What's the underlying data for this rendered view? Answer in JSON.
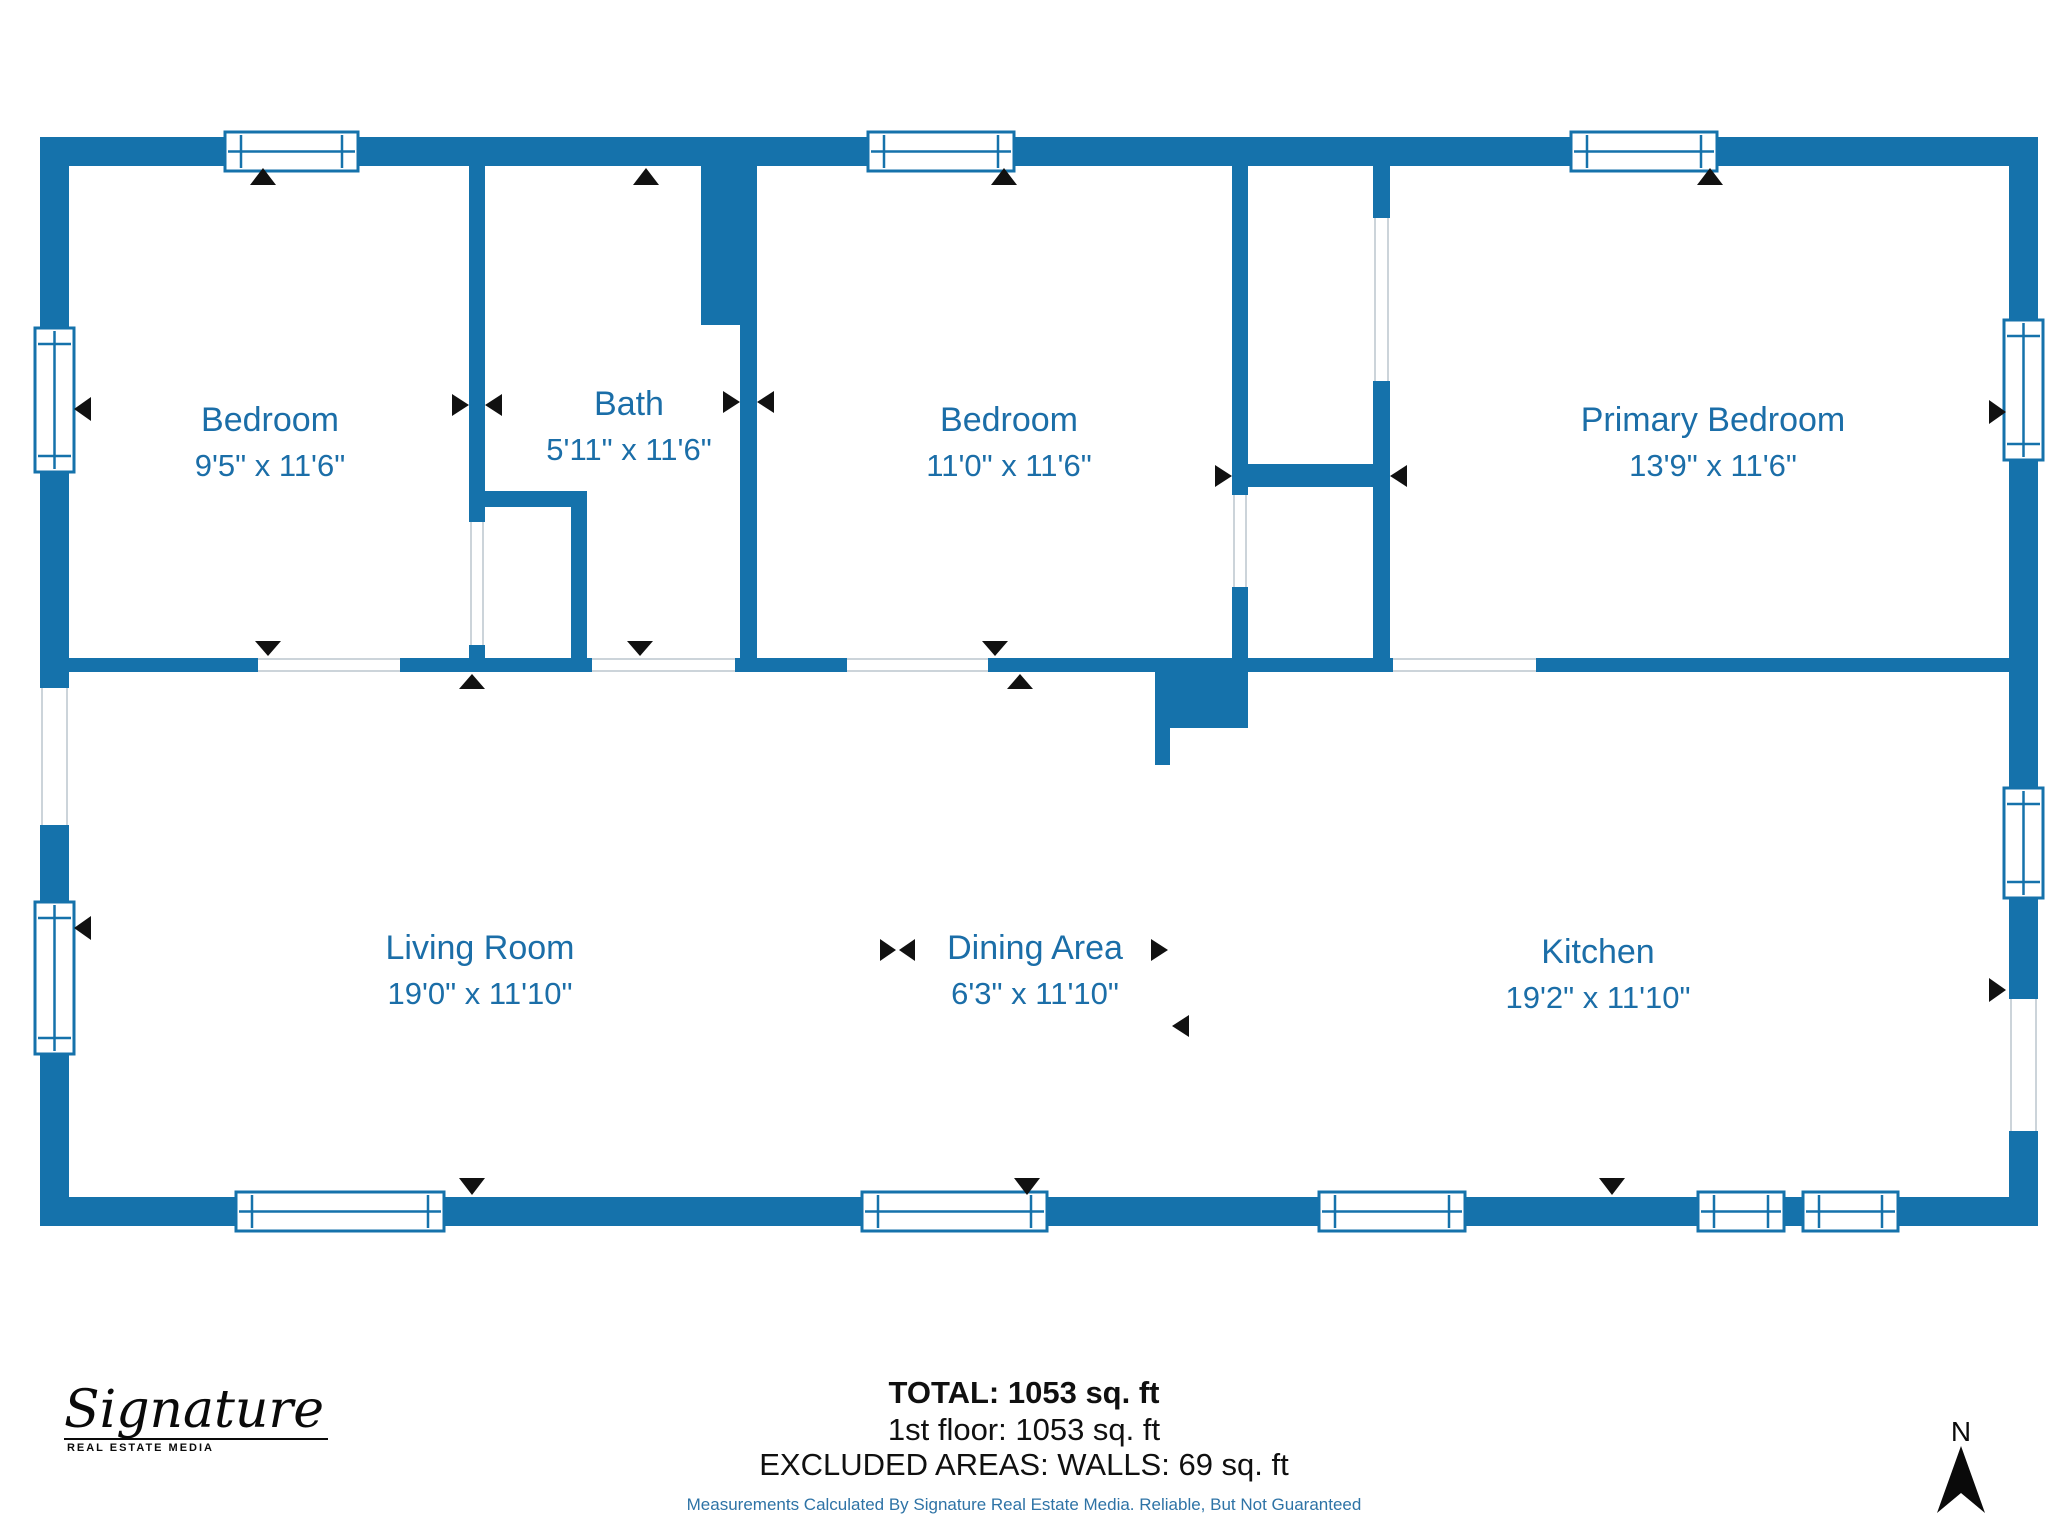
{
  "colors": {
    "wall": "#1572ab",
    "label": "#1b6ea8",
    "disclaimer": "#2e73a6",
    "marker": "#111111",
    "threshold": "#ccd4da"
  },
  "floor_plan": {
    "rooms": [
      {
        "name": "Bedroom",
        "dims": "9'5\" x 11'6\""
      },
      {
        "name": "Bath",
        "dims": "5'11\" x 11'6\""
      },
      {
        "name": "Bedroom",
        "dims": "11'0\" x 11'6\""
      },
      {
        "name": "Primary Bedroom",
        "dims": "13'9\" x 11'6\""
      },
      {
        "name": "Living Room",
        "dims": "19'0\" x 11'10\""
      },
      {
        "name": "Dining Area",
        "dims": "6'3\" x 11'10\""
      },
      {
        "name": "Kitchen",
        "dims": "19'2\" x 11'10\""
      }
    ]
  },
  "summary": {
    "total": "TOTAL: 1053 sq. ft",
    "floor1": "1st floor: 1053 sq. ft",
    "excluded": "EXCLUDED AREAS: WALLS: 69 sq. ft",
    "disclaimer": "Measurements Calculated By Signature Real Estate Media. Reliable, But Not Guaranteed"
  },
  "logo": {
    "name": "Signature",
    "subtitle": "REAL ESTATE MEDIA"
  },
  "compass": {
    "north_label": "N"
  }
}
